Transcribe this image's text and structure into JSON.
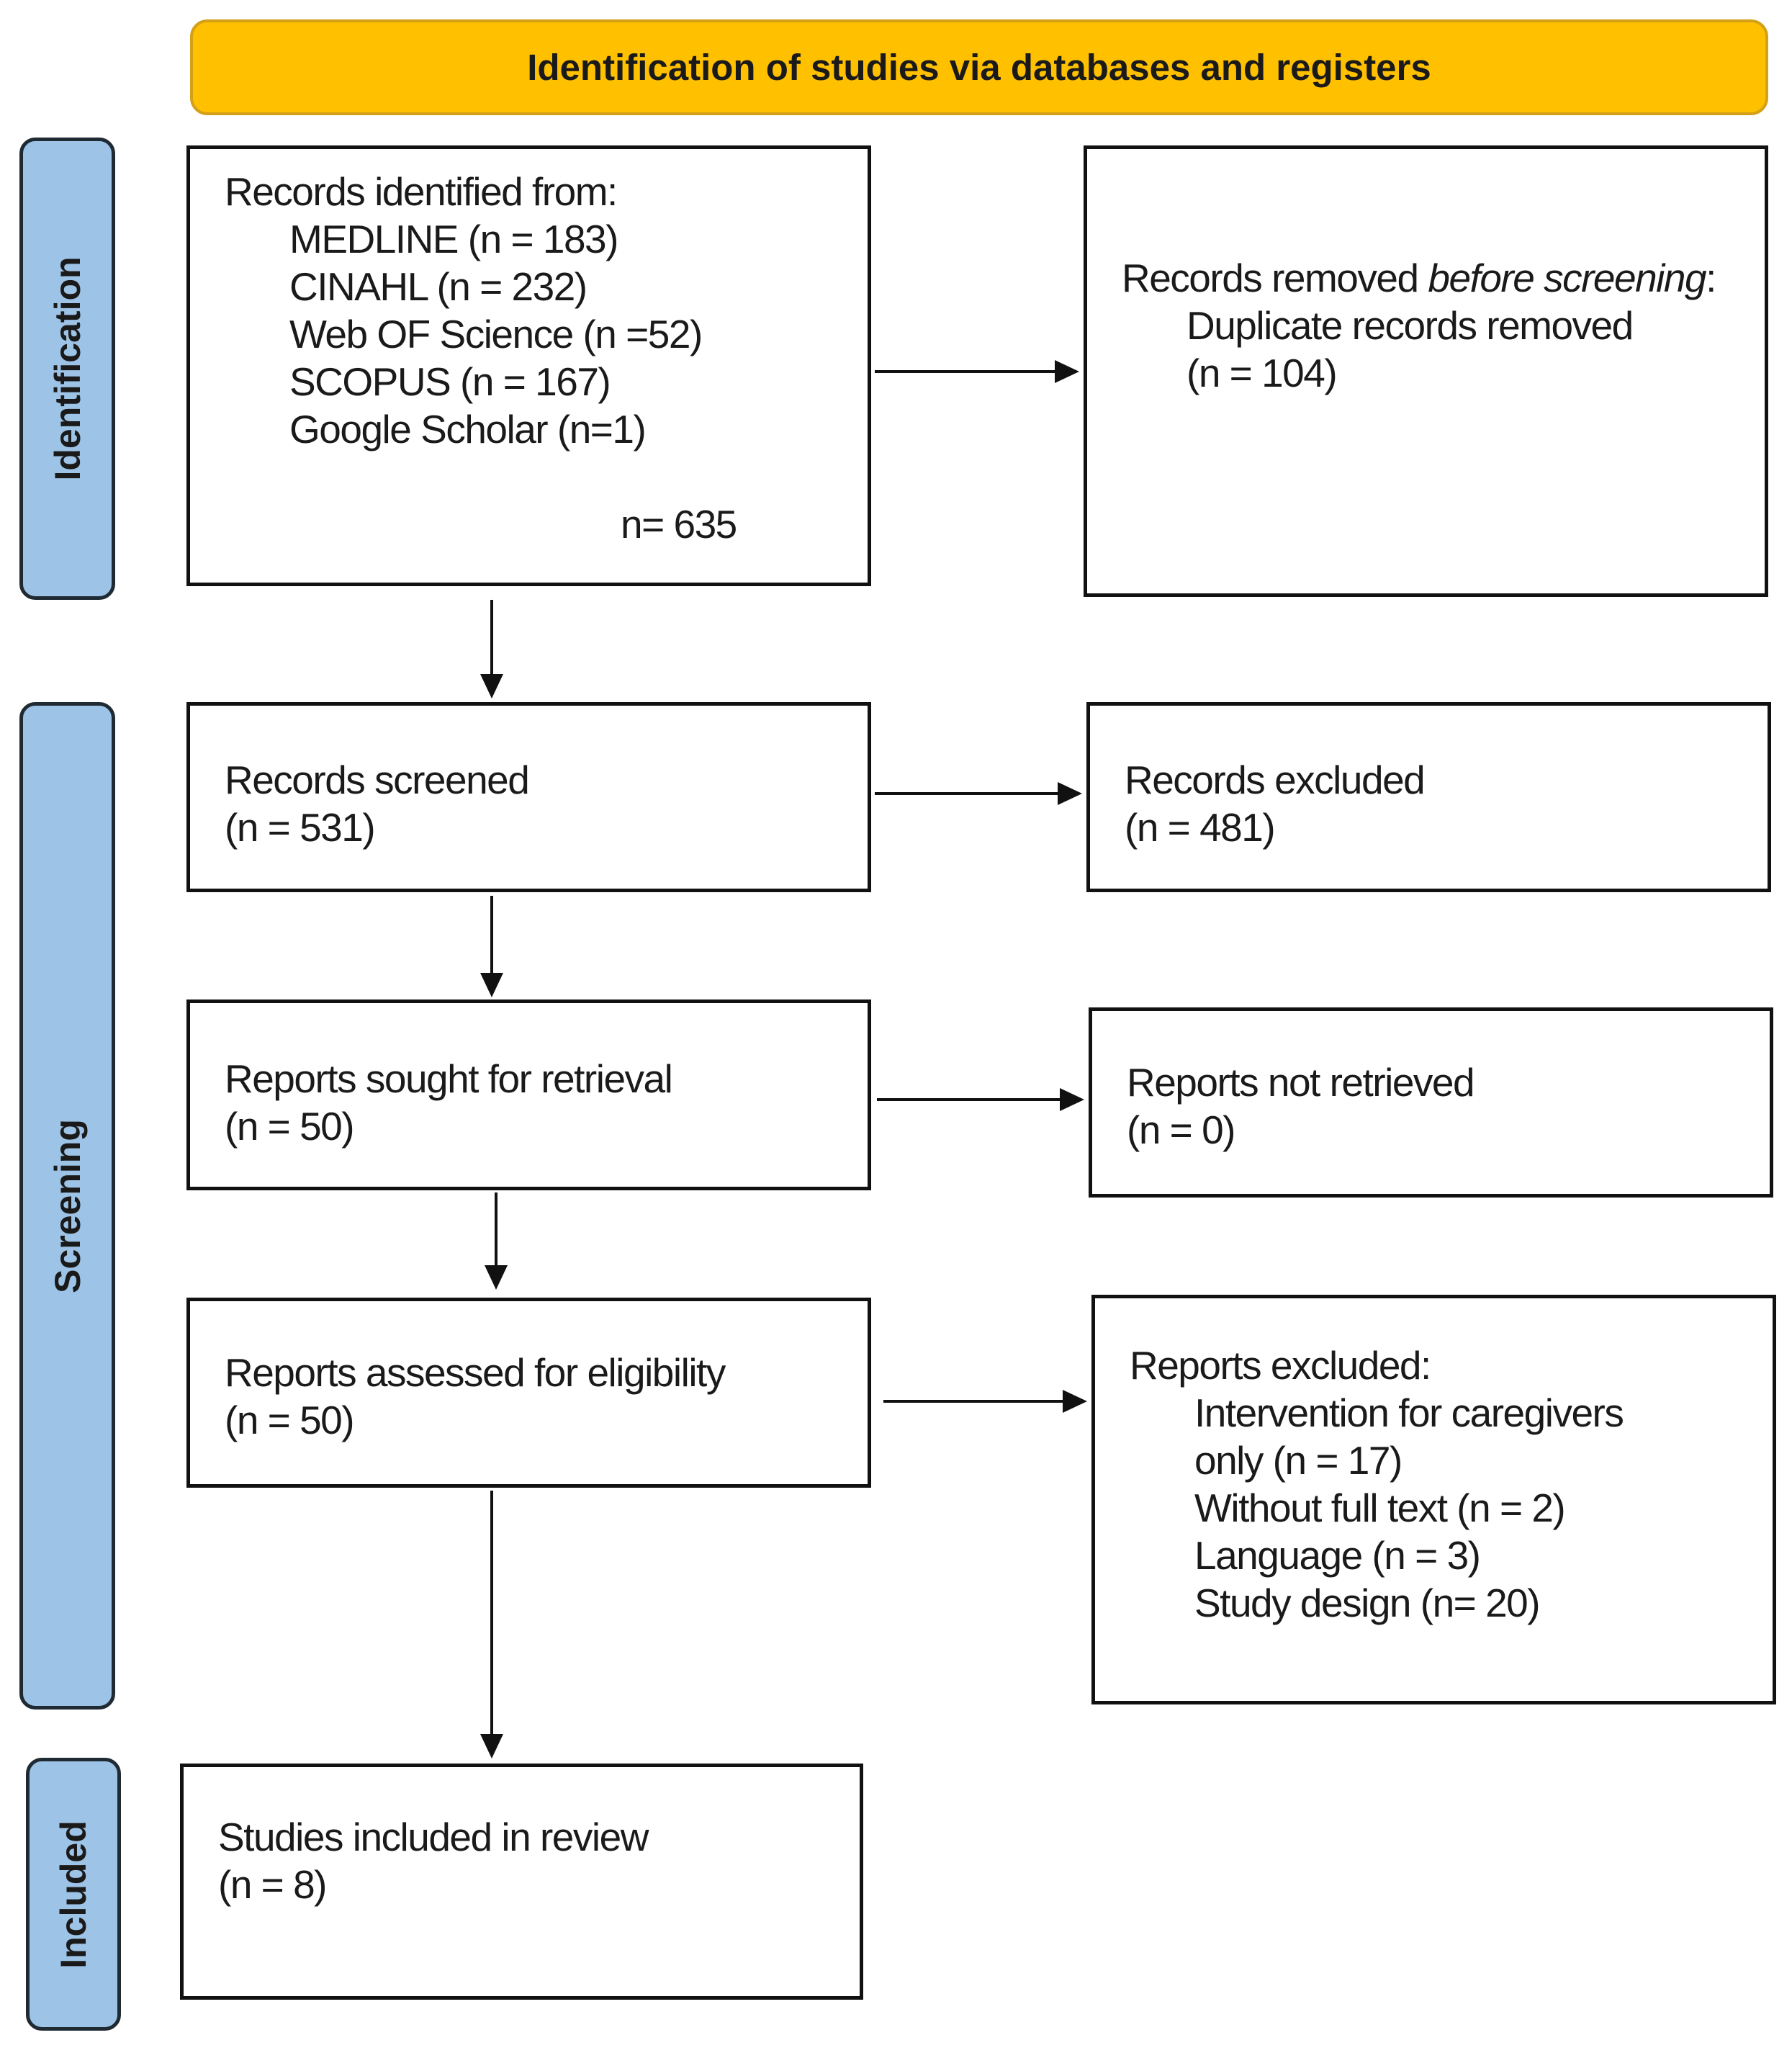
{
  "header": {
    "title": "Identification of studies via databases and registers",
    "color": "#FFC000"
  },
  "phases": {
    "identification": "Identification",
    "screening": "Screening",
    "included": "Included",
    "color": "#9DC3E6"
  },
  "boxes": {
    "identified": {
      "title": "Records identified from:",
      "sources": [
        "MEDLINE (n = 183)",
        "CINAHL (n = 232)",
        "Web OF Science (n =52)",
        "SCOPUS (n = 167)",
        "Google Scholar (n=1)"
      ],
      "total": "n= 635"
    },
    "removed": {
      "title_prefix": "Records removed ",
      "title_italic": "before screening",
      "title_suffix": ":",
      "item1": "Duplicate records removed",
      "item2": "(n = 104)"
    },
    "screened": {
      "title": "Records screened",
      "n": "(n = 531)"
    },
    "excluded": {
      "title": "Records excluded",
      "n": "(n = 481)"
    },
    "sought": {
      "title": "Reports sought for retrieval",
      "n": "(n = 50)"
    },
    "not_retrieved": {
      "title": "Reports not retrieved",
      "n": "(n = 0)"
    },
    "assessed": {
      "title": "Reports assessed for eligibility",
      "n": "(n = 50)"
    },
    "reports_excluded": {
      "title": "Reports excluded:",
      "reasons": [
        "Intervention for caregivers",
        "only (n = 17)",
        "Without full text (n = 2)",
        "Language (n = 3)",
        "Study design (n= 20)"
      ]
    },
    "included": {
      "title": "Studies included in review",
      "n": "(n = 8)"
    }
  }
}
